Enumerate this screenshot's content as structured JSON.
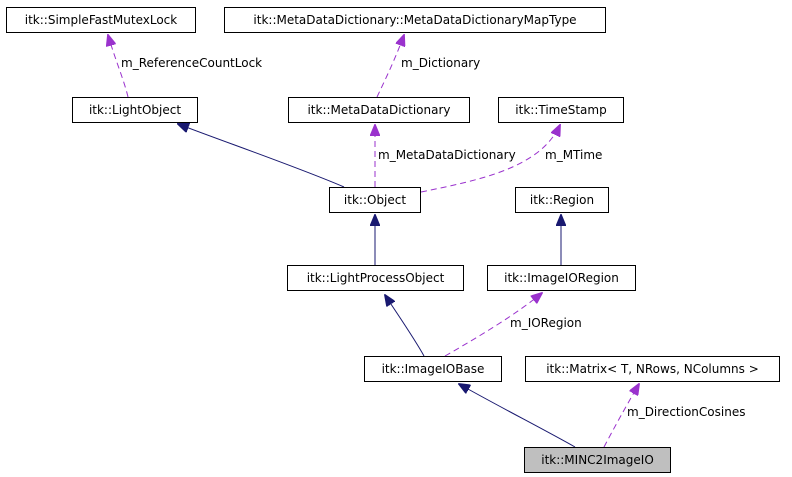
{
  "colors": {
    "inheritance_edge": "#191970",
    "usage_edge": "#9a32cd",
    "current_node_fill": "#bfbfbf"
  },
  "nodes": {
    "simple_fast_mutex_lock": "itk::SimpleFastMutexLock",
    "map_type": "itk::MetaDataDictionary::MetaDataDictionaryMapType",
    "light_object": "itk::LightObject",
    "meta_data_dictionary": "itk::MetaDataDictionary",
    "time_stamp": "itk::TimeStamp",
    "object": "itk::Object",
    "region": "itk::Region",
    "light_process_object": "itk::LightProcessObject",
    "image_io_region": "itk::ImageIORegion",
    "image_io_base": "itk::ImageIOBase",
    "matrix": "itk::Matrix< T, NRows, NColumns >",
    "minc2_image_io": "itk::MINC2ImageIO"
  },
  "edge_labels": {
    "reference_count_lock": "m_ReferenceCountLock",
    "dictionary": "m_Dictionary",
    "meta_data_dictionary": "m_MetaDataDictionary",
    "m_time": "m_MTime",
    "io_region": "m_IORegion",
    "direction_cosines": "m_DirectionCosines"
  }
}
